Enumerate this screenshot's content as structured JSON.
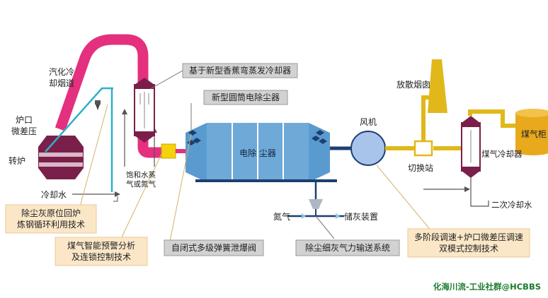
{
  "labels": {
    "flue_duct": [
      "汽化冷",
      "却烟道"
    ],
    "furnace_pressure": [
      "炉口",
      "微差压"
    ],
    "converter": "转炉",
    "cooling_water": "冷却水",
    "steam": [
      "饱和水蒸",
      "气或氮气"
    ],
    "evap_cooler": "基于新型香蕉弯蒸发冷却器",
    "esp_box": "新型圆筒电除尘器",
    "esp": "电除 尘器",
    "fan": "风机",
    "stack": "放散烟囱",
    "switch_station": "切换站",
    "gas_cooler": "煤气冷却器",
    "gas_holder": "煤气柜",
    "secondary_water": "二次冷却水",
    "nitrogen": "氮气",
    "ash_storage": "储灰装置",
    "dust_recycle": [
      "除尘灰原位回炉",
      "炼钢循环利用技术"
    ],
    "gas_warning": [
      "煤气智能预警分析",
      "及连锁控制技术"
    ],
    "valve": "自闭式多级弹簧泄爆阀",
    "pneumatic": "除尘细灰气力输送系统",
    "multi_stage": [
      "多阶段调速+炉口微差压调速",
      "双模式控制技术"
    ]
  },
  "watermark": "化海川流-工业社群@HCBBS"
}
